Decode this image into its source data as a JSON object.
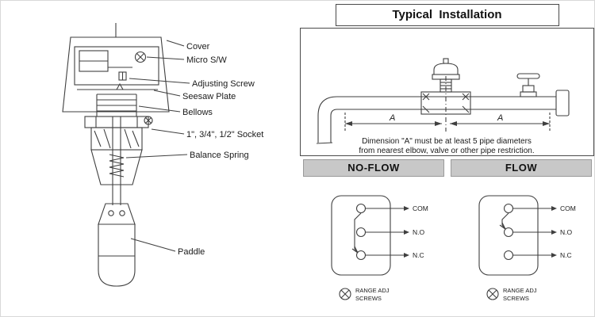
{
  "device_diagram": {
    "labels": {
      "cover": "Cover",
      "micro_sw": "Micro S/W",
      "adjusting_screw": "Adjusting Screw",
      "seesaw_plate": "Seesaw Plate",
      "bellows": "Bellows",
      "socket": "1\", 3/4\", 1/2\" Socket",
      "balance_spring": "Balance Spring",
      "paddle": "Paddle"
    }
  },
  "installation": {
    "title": "Typical  Installation",
    "dimension_label_left": "A",
    "dimension_label_right": "A",
    "note_line1": "Dimension \"A\" must be at least 5 pipe diameters",
    "note_line2": "from nearest elbow, valve or other pipe restriction."
  },
  "no_flow": {
    "header": "NO-FLOW",
    "terminal_com": "COM",
    "terminal_no": "N.O",
    "terminal_nc": "N.C",
    "range_adj_line1": "RANGE ADJ",
    "range_adj_line2": "SCREWS"
  },
  "flow": {
    "header": "FLOW",
    "terminal_com": "COM",
    "terminal_no": "N.O",
    "terminal_nc": "N.C",
    "range_adj_line1": "RANGE ADJ",
    "range_adj_line2": "SCREWS"
  },
  "colors": {
    "line": "#3f3f3f",
    "header_bg": "#c8c8c8",
    "panel_border": "#4a4a4a",
    "background": "#ffffff"
  }
}
